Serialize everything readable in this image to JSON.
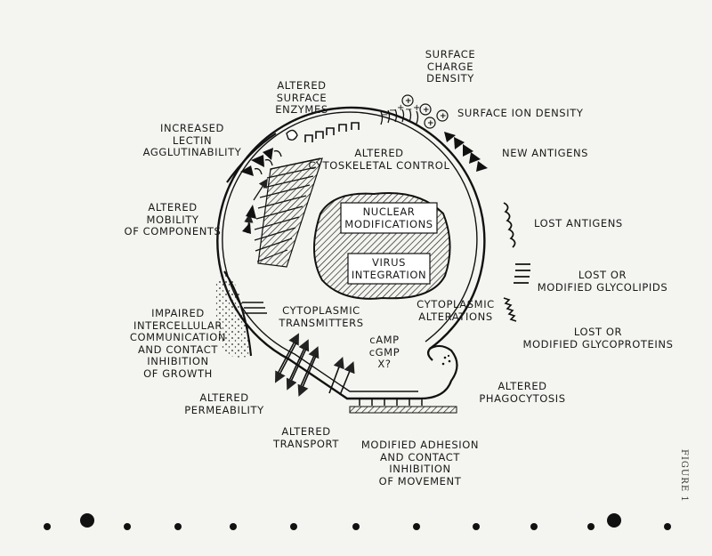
{
  "labels": {
    "surface_charge_density": "SURFACE\nCHARGE\nDENSITY",
    "surface_ion_density": "SURFACE ION DENSITY",
    "altered_surface_enzymes": "ALTERED\nSURFACE\nENZYMES",
    "increased_lectin": "INCREASED\nLECTIN\nAGGLUTINABILITY",
    "altered_cytoskeletal": "ALTERED\nCYTOSKELETAL CONTROL",
    "new_antigens": "NEW ANTIGENS",
    "altered_mobility": "ALTERED\nMOBILITY\nOF COMPONENTS",
    "nuclear_modifications": "NUCLEAR\nMODIFICATIONS",
    "lost_antigens": "LOST ANTIGENS",
    "virus_integration": "VIRUS\nINTEGRATION",
    "lost_glycolipids": "LOST OR\nMODIFIED GLYCOLIPIDS",
    "cytoplasmic_alterations": "CYTOPLASMIC\nALTERATIONS",
    "cytoplasmic_transmitters": "CYTOPLASMIC\nTRANSMITTERS",
    "impaired_communication": "IMPAIRED\nINTERCELLULAR\nCOMMUNICATION\nAND CONTACT\nINHIBITION\nOF GROWTH",
    "lost_glycoproteins": "LOST OR\nMODIFIED GLYCOPROTEINS",
    "second_messengers": "cAMP\ncGMP\nX?",
    "altered_phagocytosis": "ALTERED\nPHAGOCYTOSIS",
    "altered_permeability": "ALTERED\nPERMEABILITY",
    "altered_transport": "ALTERED\nTRANSPORT",
    "modified_adhesion": "MODIFIED ADHESION\nAND CONTACT\nINHIBITION\nOF MOVEMENT"
  },
  "figure_caption": "FIGURE 1",
  "charges": {
    "minus": "−",
    "plus": "+"
  }
}
